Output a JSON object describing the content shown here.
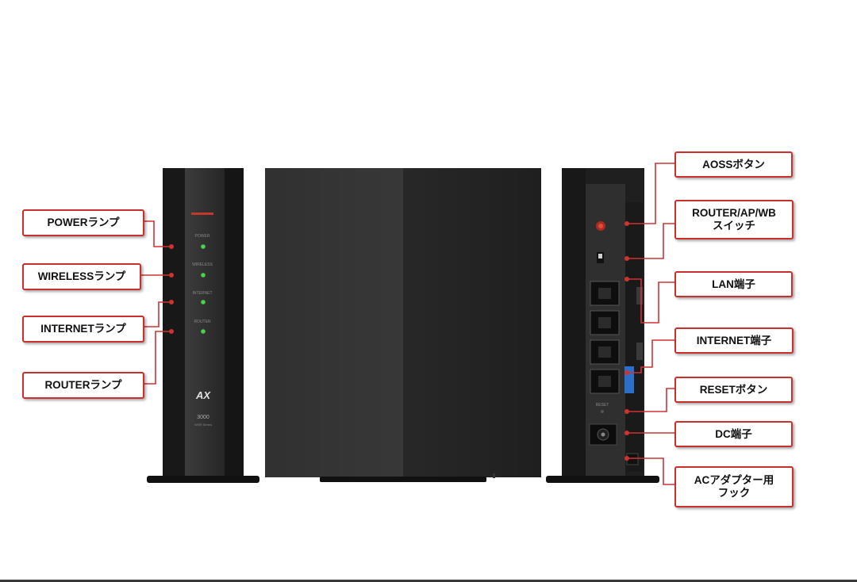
{
  "device": {
    "brand_logo": "AX",
    "model_number": "3000",
    "model_sub": "WSR Series",
    "led_labels": [
      "POWER",
      "WIRELESS",
      "INTERNET",
      "ROUTER"
    ],
    "reset_label": "RESET"
  },
  "colors": {
    "callout_border": "#c9302c",
    "leader_line": "#d03232",
    "led": "#4bd24b",
    "body": "#1e1e1e"
  },
  "callouts_left": [
    {
      "id": "power",
      "label": "POWERランプ"
    },
    {
      "id": "wireless",
      "label": "WIRELESSランプ"
    },
    {
      "id": "internet",
      "label": "INTERNETランプ"
    },
    {
      "id": "router",
      "label": "ROUTERランプ"
    }
  ],
  "callouts_right": [
    {
      "id": "aoss",
      "label": "AOSSボタン"
    },
    {
      "id": "mode",
      "label": "ROUTER/AP/WB\nスイッチ"
    },
    {
      "id": "lan",
      "label": "LAN端子"
    },
    {
      "id": "internet-port",
      "label": "INTERNET端子"
    },
    {
      "id": "reset",
      "label": "RESETボタン"
    },
    {
      "id": "dc",
      "label": "DC端子"
    },
    {
      "id": "hook",
      "label": "ACアダプター用\nフック"
    }
  ]
}
